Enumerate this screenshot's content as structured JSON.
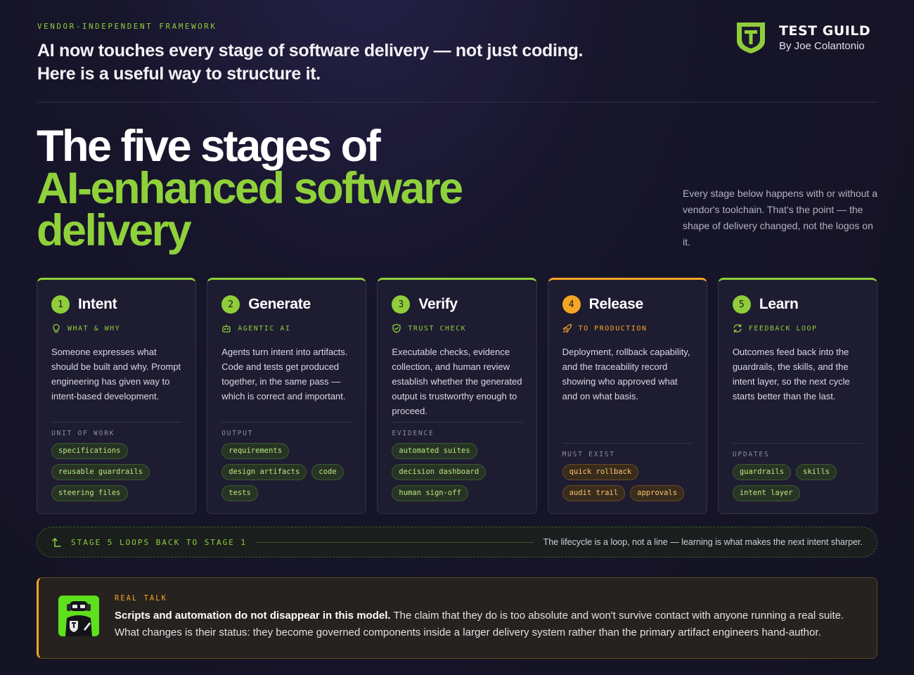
{
  "header": {
    "eyebrow": "VENDOR-INDEPENDENT FRAMEWORK",
    "headline_line1": "AI now touches every stage of software delivery — not just coding.",
    "headline_line2": "Here is a useful way to structure it."
  },
  "brand": {
    "name": "TEST GUILD",
    "byline": "By Joe Colantonio",
    "logo_icon": "shield-t-logo",
    "color": "#8fce3a"
  },
  "hero": {
    "line1": "The five stages of",
    "line2": "AI-enhanced software",
    "line3": "delivery",
    "intro": "Every stage below happens with or without a vendor's toolchain. That's the point — the shape of delivery changed, not the logos on it."
  },
  "colors": {
    "accent_green": "#8fce3a",
    "accent_orange": "#f5a524",
    "background": "#141322"
  },
  "stages": [
    {
      "number": "1",
      "title": "Intent",
      "subtitle": "WHAT & WHY",
      "icon": "lightbulb-icon",
      "description": "Someone expresses what should be built and why. Prompt engineering has given way to intent-based development.",
      "footer_label": "UNIT OF WORK",
      "tags": [
        "specifications",
        "reusable guardrails",
        "steering files"
      ]
    },
    {
      "number": "2",
      "title": "Generate",
      "subtitle": "AGENTIC AI",
      "icon": "robot-icon",
      "description": "Agents turn intent into artifacts. Code and tests get produced together, in the same pass — which is correct and important.",
      "footer_label": "OUTPUT",
      "tags": [
        "requirements",
        "design artifacts",
        "code",
        "tests"
      ]
    },
    {
      "number": "3",
      "title": "Verify",
      "subtitle": "TRUST CHECK",
      "icon": "shield-check-icon",
      "description": "Executable checks, evidence collection, and human review establish whether the generated output is trustworthy enough to proceed.",
      "footer_label": "EVIDENCE",
      "tags": [
        "automated suites",
        "decision dashboard",
        "human sign-off"
      ]
    },
    {
      "number": "4",
      "title": "Release",
      "subtitle": "TO PRODUCTION",
      "icon": "rocket-icon",
      "description": "Deployment, rollback capability, and the traceability record showing who approved what and on what basis.",
      "footer_label": "MUST EXIST",
      "tags": [
        "quick rollback",
        "audit trail",
        "approvals"
      ]
    },
    {
      "number": "5",
      "title": "Learn",
      "subtitle": "FEEDBACK LOOP",
      "icon": "refresh-icon",
      "description": "Outcomes feed back into the guardrails, the skills, and the intent layer, so the next cycle starts better than the last.",
      "footer_label": "UPDATES",
      "tags": [
        "guardrails",
        "skills",
        "intent layer"
      ]
    }
  ],
  "loop": {
    "icon": "loop-back-arrow-icon",
    "label": "STAGE 5 LOOPS BACK TO STAGE 1",
    "text": "The lifecycle is a loop, not a line — learning is what makes the next intent sharper."
  },
  "real_talk": {
    "label": "REAL TALK",
    "avatar_icon": "robot-mascot-avatar",
    "bold": "Scripts and automation do not disappear in this model.",
    "body": " The claim that they do is too absolute and won't survive contact with anyone running a real suite. What changes is their status: they become governed components inside a larger delivery system rather than the primary artifact engineers hand-author."
  }
}
